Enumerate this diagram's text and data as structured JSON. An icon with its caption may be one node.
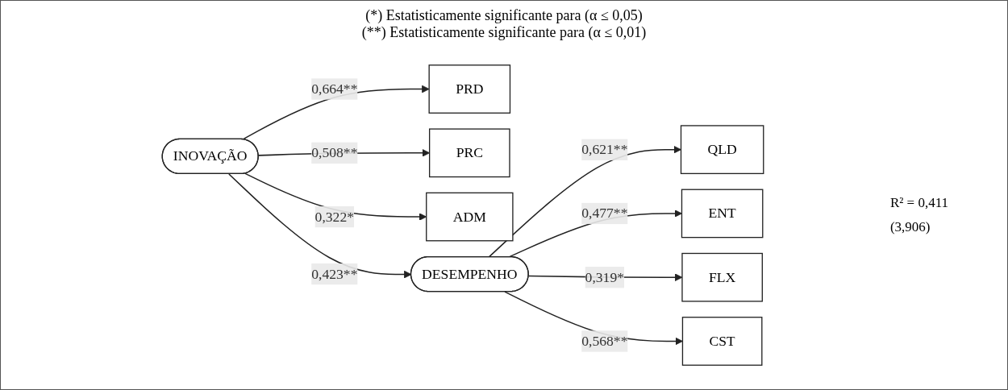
{
  "diagram": {
    "nodes": [
      {
        "text": [
          "PRD"
        ]
      },
      {
        "text": [
          "PRC"
        ]
      },
      {
        "text": [
          "ADM"
        ]
      },
      {
        "text": [
          "INOVAÇÃO"
        ]
      },
      {
        "text": [
          "DESEMPENHO"
        ]
      },
      {
        "text": [
          "QLD"
        ]
      },
      {
        "text": [
          "ENT"
        ]
      },
      {
        "text": [
          "FLX"
        ]
      },
      {
        "text": [
          "CST"
        ]
      }
    ],
    "edges": [
      {
        "from": 3,
        "to": 0,
        "arrow": "to",
        "label": "0,664**"
      },
      {
        "from": 3,
        "to": 1,
        "arrow": "to",
        "label": "0,508**"
      },
      {
        "from": 3,
        "to": 2,
        "arrow": "to",
        "label": "0,322*"
      },
      {
        "from": 3,
        "to": 4,
        "arrow": "to",
        "label": "0,423**"
      },
      {
        "from": 4,
        "to": 5,
        "arrow": "to",
        "label": "0,621**"
      },
      {
        "from": 4,
        "to": 6,
        "arrow": "to",
        "label": "0,477**"
      },
      {
        "from": 4,
        "to": 7,
        "arrow": "to",
        "label": "0,319*"
      },
      {
        "from": 4,
        "to": 8,
        "arrow": "to",
        "label": "0,568**"
      }
    ],
    "labels": [
      "(*) Estatisticamente significante para (α ≤ 0,05)",
      "(**) Estatisticamente significante para (α ≤ 0,01)",
      "R² = 0,411",
      "(3,906)"
    ]
  }
}
